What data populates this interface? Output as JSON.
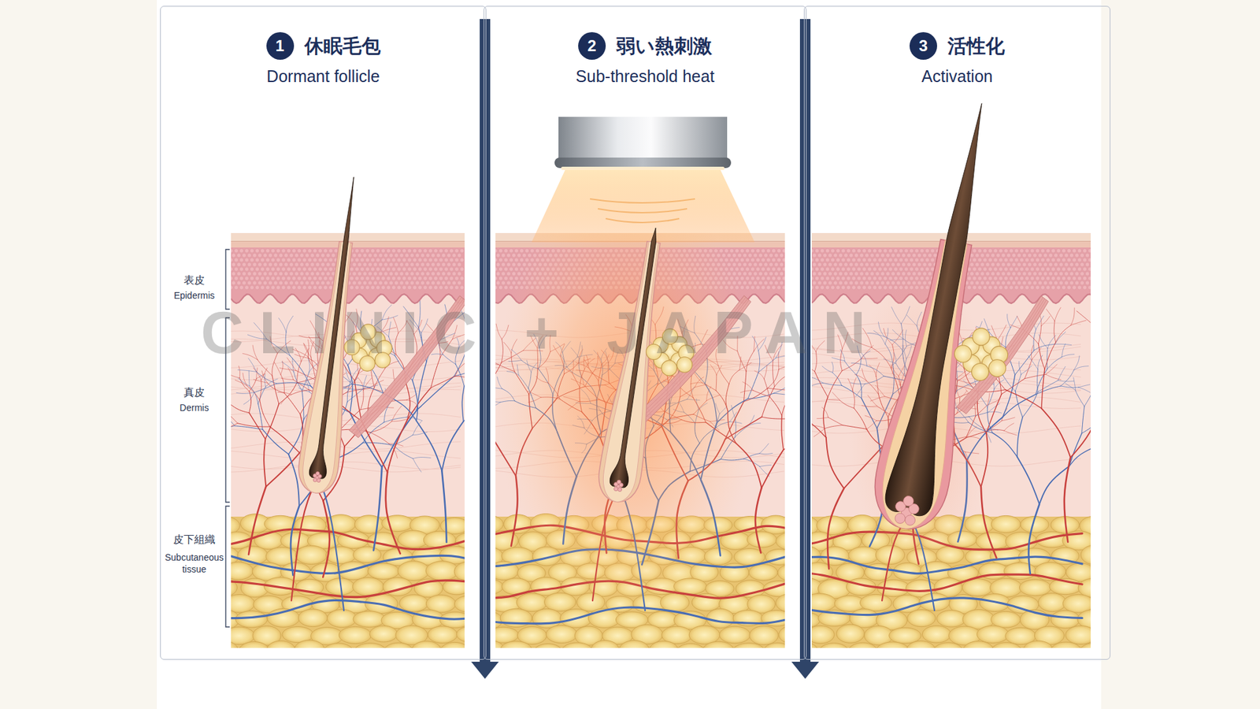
{
  "diagram": {
    "nodes": [
      {
        "text": [
          "休眠毛包",
          "Dormant follicle"
        ]
      },
      {
        "text": [
          "弱い熱刺激",
          "Sub-threshold heat"
        ]
      },
      {
        "text": [
          "活性化",
          "Activation"
        ]
      }
    ],
    "edges": [
      {
        "from": 0,
        "to": 1,
        "arrow": "to"
      },
      {
        "from": 1,
        "to": 2,
        "arrow": "to"
      }
    ],
    "labels": [
      "1",
      "2",
      "3",
      "表皮",
      "Epidermis",
      "真皮",
      "Dermis",
      "皮下組織",
      "Subcutaneous tissue",
      "CLINIC + JAPAN"
    ]
  }
}
